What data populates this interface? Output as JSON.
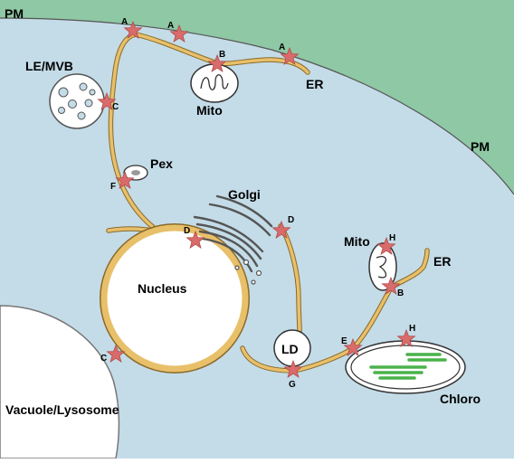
{
  "colors": {
    "cytosol": "#c4dce8",
    "plasma_membrane_region": "#8ec8a4",
    "er_membrane": "#e8c06a",
    "contact_star": "#d96b6b",
    "chloroplast_thylakoid": "#4ab24a",
    "vacuole": "#ffffff"
  },
  "labels": {
    "pm_top": "PM",
    "pm_right": "PM",
    "le_mvb": "LE/MVB",
    "mito_top": "Mito",
    "er_top": "ER",
    "pex": "Pex",
    "golgi": "Golgi",
    "nucleus": "Nucleus",
    "mito_right": "Mito",
    "er_right": "ER",
    "ld": "LD",
    "chloro": "Chloro",
    "vacuole": "Vacuole/Lysosome"
  },
  "contact_sites": [
    {
      "id": "pm-er-1",
      "letter": "A"
    },
    {
      "id": "pm-er-2",
      "letter": "A"
    },
    {
      "id": "pm-er-3",
      "letter": "A"
    },
    {
      "id": "mito-er-top",
      "letter": "B"
    },
    {
      "id": "mvb-er",
      "letter": "C"
    },
    {
      "id": "pex-er",
      "letter": "F"
    },
    {
      "id": "nucleus-golgi",
      "letter": "D"
    },
    {
      "id": "golgi-er",
      "letter": "D"
    },
    {
      "id": "vacuole-nucleus",
      "letter": "C"
    },
    {
      "id": "mito-right",
      "letter": "H"
    },
    {
      "id": "mito-er-right",
      "letter": "B"
    },
    {
      "id": "chloro-er",
      "letter": "E"
    },
    {
      "id": "chloro-top",
      "letter": "H"
    },
    {
      "id": "ld-er",
      "letter": "G"
    }
  ]
}
